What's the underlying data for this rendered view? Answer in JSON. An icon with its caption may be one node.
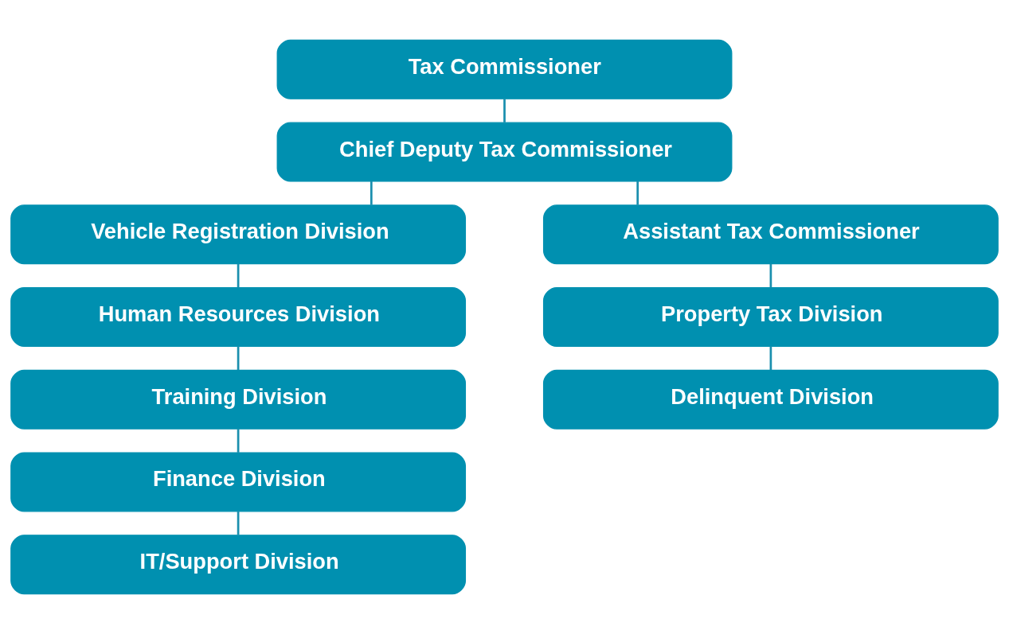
{
  "diagram": {
    "nodes": [
      {
        "text": [
          "Tax Commissioner"
        ]
      },
      {
        "text": [
          "Chief Deputy Tax Commissioner"
        ]
      },
      {
        "text": [
          "Vehicle Registration Division"
        ]
      },
      {
        "text": [
          "Human Resources Division"
        ]
      },
      {
        "text": [
          "Training Division"
        ]
      },
      {
        "text": [
          "Finance Division"
        ]
      },
      {
        "text": [
          "IT/Support Division"
        ]
      },
      {
        "text": [
          "Assistant Tax Commissioner"
        ]
      },
      {
        "text": [
          "Property Tax Division"
        ]
      },
      {
        "text": [
          "Delinquent Division"
        ]
      }
    ],
    "edges": [
      {
        "from": 0,
        "to": 1,
        "arrow": "none"
      },
      {
        "from": 1,
        "to": 2,
        "arrow": "none"
      },
      {
        "from": 1,
        "to": 7,
        "arrow": "none"
      },
      {
        "from": 2,
        "to": 3,
        "arrow": "none"
      },
      {
        "from": 3,
        "to": 4,
        "arrow": "none"
      },
      {
        "from": 4,
        "to": 5,
        "arrow": "none"
      },
      {
        "from": 5,
        "to": 6,
        "arrow": "none"
      },
      {
        "from": 7,
        "to": 8,
        "arrow": "none"
      },
      {
        "from": 8,
        "to": 9,
        "arrow": "none"
      }
    ]
  }
}
